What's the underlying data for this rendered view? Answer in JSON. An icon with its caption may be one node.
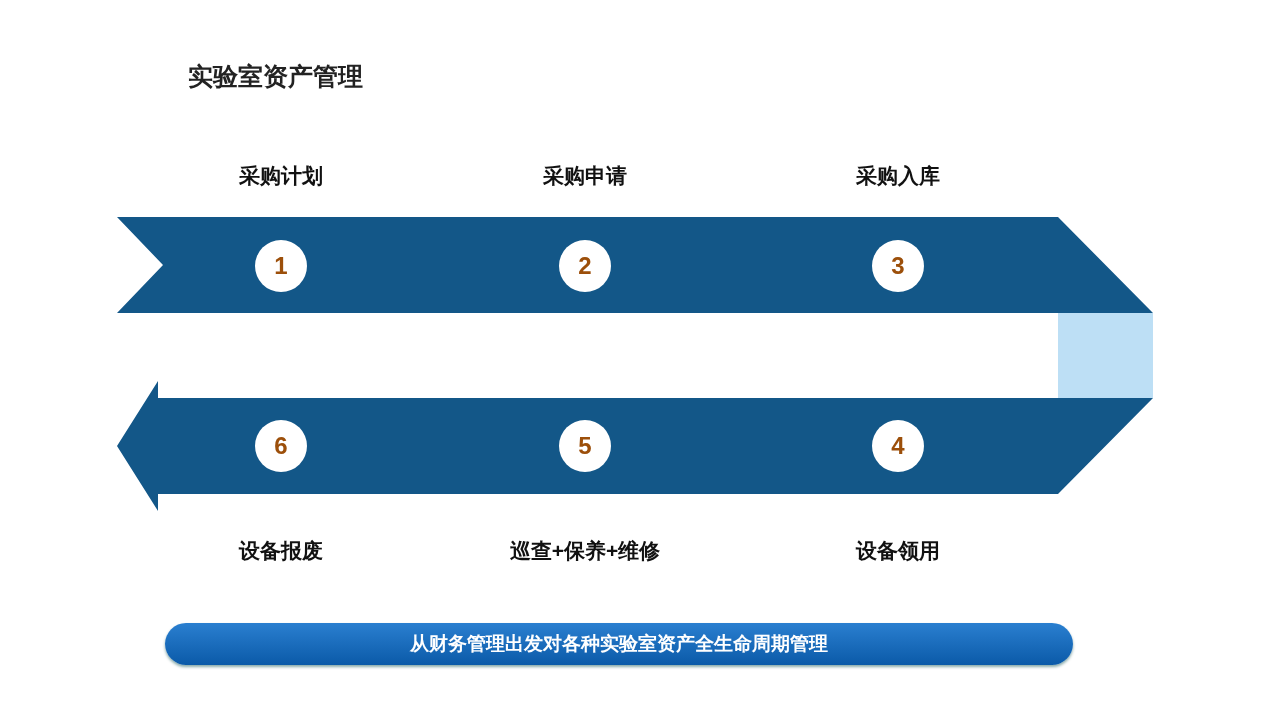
{
  "diagram": {
    "title": "实验室资产管理",
    "nodes": [
      {
        "text": [
          "1"
        ],
        "beside": [
          "采购计划"
        ]
      },
      {
        "text": [
          "2"
        ],
        "beside": [
          "采购申请"
        ]
      },
      {
        "text": [
          "3"
        ],
        "beside": [
          "采购入库"
        ]
      },
      {
        "text": [
          "6"
        ],
        "beside": [
          "设备报废"
        ]
      },
      {
        "text": [
          "5"
        ],
        "beside": [
          "巡查+保养+维修"
        ]
      },
      {
        "text": [
          "4"
        ],
        "beside": [
          "设备领用"
        ]
      },
      {
        "text": [
          "从财务管理出发对各种实验室资产全生命周期管理"
        ]
      }
    ]
  }
}
